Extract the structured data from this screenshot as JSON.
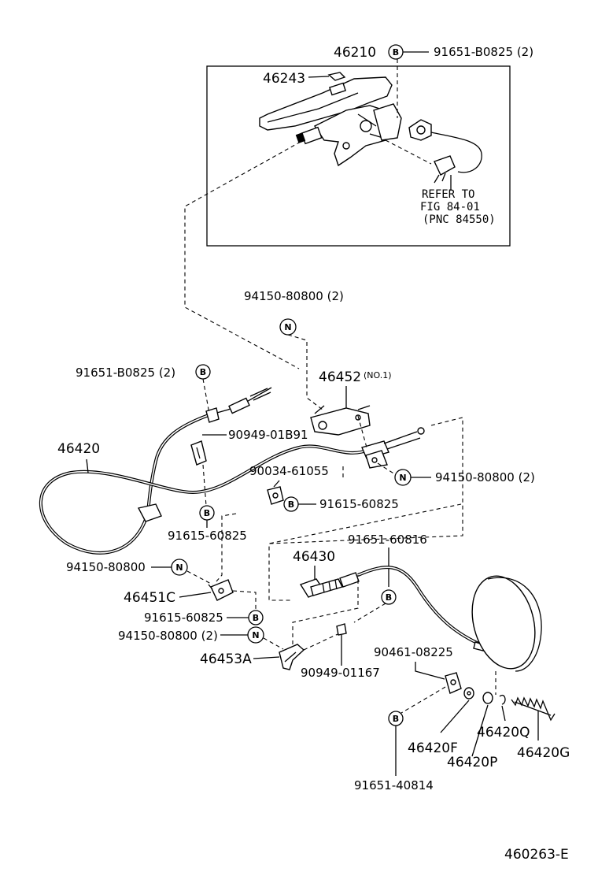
{
  "labels": {
    "p46210": "46210",
    "p46243": "46243",
    "b_top": "91651-B0825 (2)",
    "refer1": "REFER TO",
    "refer2": "FIG 84-01",
    "refer3": "(PNC 84550)",
    "n_top": "94150-80800 (2)",
    "b_left": "91651-B0825 (2)",
    "p46452": "46452",
    "p46452_note": "(NO.1)",
    "p90949a": "90949-01B91",
    "p46420": "46420",
    "n_right": "94150-80800 (2)",
    "p90034": "90034-61055",
    "b_mid": "91615-60825",
    "b_mid2": "91615-60825",
    "p46430": "46430",
    "p91651_60816": "91651-60816",
    "n_left": "94150-80800",
    "p46451c": "46451C",
    "b_low": "91615-60825",
    "n_low": "94150-80800 (2)",
    "p46453a": "46453A",
    "p90949b": "90949-01167",
    "p90461": "90461-08225",
    "p46420q": "46420Q",
    "p46420f": "46420F",
    "p46420g": "46420G",
    "p46420p": "46420P",
    "b_bottom": "91651-40814",
    "fig_code": "460263-E"
  },
  "badges": {
    "bolt": "B",
    "nut": "N"
  }
}
